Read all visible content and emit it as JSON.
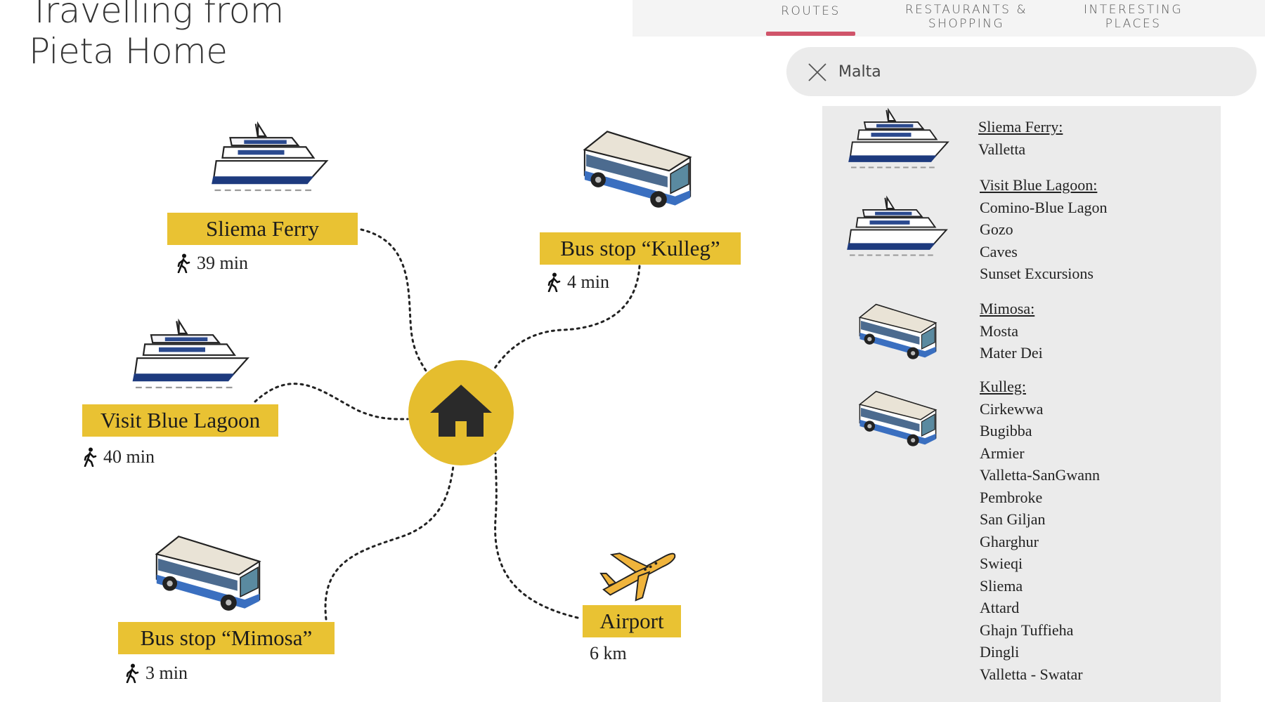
{
  "page_title": [
    "Travelling from",
    "Pieta Home"
  ],
  "tabs": [
    {
      "label": "ROUTES",
      "active": true
    },
    {
      "label": "RESTAURANTS & SHOPPING"
    },
    {
      "label": "INTERESTING PLACES"
    }
  ],
  "search": {
    "value": "Malta",
    "clear_icon": "close-icon"
  },
  "colors": {
    "accent": "#d0546a",
    "label_yellow": "#e9c233",
    "home": "#e5bd2e",
    "panel": "#ebebeb"
  },
  "diagram": {
    "home_icon": "house-icon",
    "destinations": [
      {
        "label": "Sliema Ferry",
        "detail": "39 min",
        "icon": "ferry-icon",
        "walk": true
      },
      {
        "label": "Bus stop “Kulleg”",
        "detail": "4 min",
        "icon": "bus-icon",
        "walk": true
      },
      {
        "label": "Visit Blue Lagoon",
        "detail": "40 min",
        "icon": "ferry-icon",
        "walk": true
      },
      {
        "label": "Bus stop “Mimosa”",
        "detail": "3 min",
        "icon": "bus-icon",
        "walk": true
      },
      {
        "label": "Airport",
        "detail": "6 km",
        "icon": "airplane-icon",
        "walk": false
      }
    ]
  },
  "routes": [
    {
      "heading": "Sliema Ferry:",
      "icon": "ferry-icon",
      "stops": [
        "Valletta"
      ]
    },
    {
      "heading": "Visit Blue Lagoon:",
      "icon": "ferry-icon",
      "stops": [
        "Comino-Blue Lagon",
        "Gozo",
        "Caves",
        "Sunset Excursions"
      ]
    },
    {
      "heading": "Mimosa:",
      "icon": "bus-icon",
      "stops": [
        "Mosta",
        "Mater Dei"
      ]
    },
    {
      "heading": "Kulleg:",
      "icon": "bus-icon",
      "stops": [
        "Cirkewwa",
        "Bugibba",
        "Armier",
        "Valletta-SanGwann",
        "Pembroke",
        "San Giljan",
        "Gharghur",
        "Swieqi",
        "Sliema",
        "Attard",
        "Ghajn Tuffieha",
        "Dingli",
        "Valletta - Swatar"
      ]
    }
  ]
}
